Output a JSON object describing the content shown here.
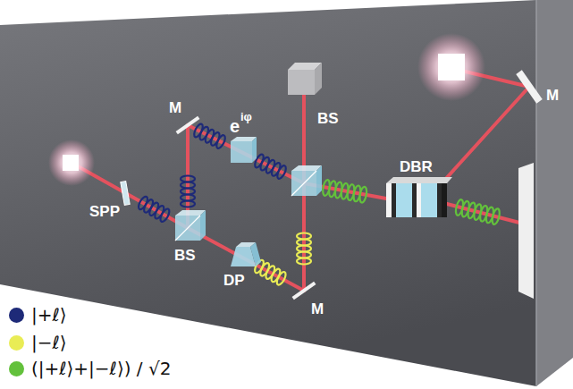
{
  "diagram": {
    "labels": [
      "SPP",
      "BS",
      "DP",
      "M",
      "M",
      "e",
      "iφ",
      "BS",
      "DBR",
      "M"
    ],
    "legend": [
      {
        "text": "|+ℓ⟩",
        "color": "#1e2a78"
      },
      {
        "text": "|−ℓ⟩",
        "color": "#e9ec55"
      },
      {
        "text": "(|+ℓ⟩+|−ℓ⟩) / √2",
        "color": "#63c13c"
      }
    ]
  }
}
